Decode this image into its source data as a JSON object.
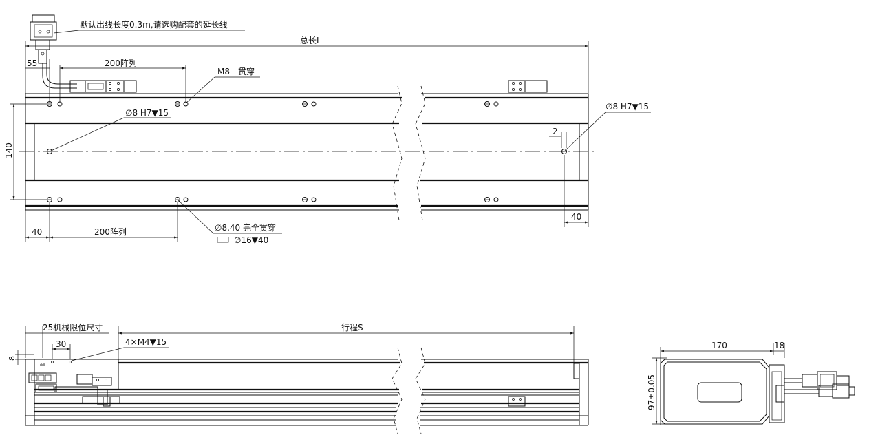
{
  "top_view": {
    "cable_note": "默认出线长度0.3m,请选购配套的延长线",
    "total_length": "总长L",
    "offset_55": "55",
    "array_200_top": "200阵列",
    "m8_through": "M8 - 贯穿",
    "hole_left": "∅8 H7▼15",
    "hole_right": "∅8 H7▼15",
    "dim_2": "2",
    "height_140": "140",
    "dim_40_left": "40",
    "array_200_bottom": "200阵列",
    "dim_40_right": "40",
    "through_hole": "∅8.40 完全贯穿",
    "counterbore": "∅16▼40"
  },
  "side_view": {
    "dim_8": "8",
    "limit_dim": "25机械限位尺寸",
    "dim_30": "30",
    "m4_holes": "4×M4▼15",
    "stroke": "行程S"
  },
  "end_view": {
    "width_170": "170",
    "dim_18": "18",
    "height_97": "97±0.05"
  }
}
